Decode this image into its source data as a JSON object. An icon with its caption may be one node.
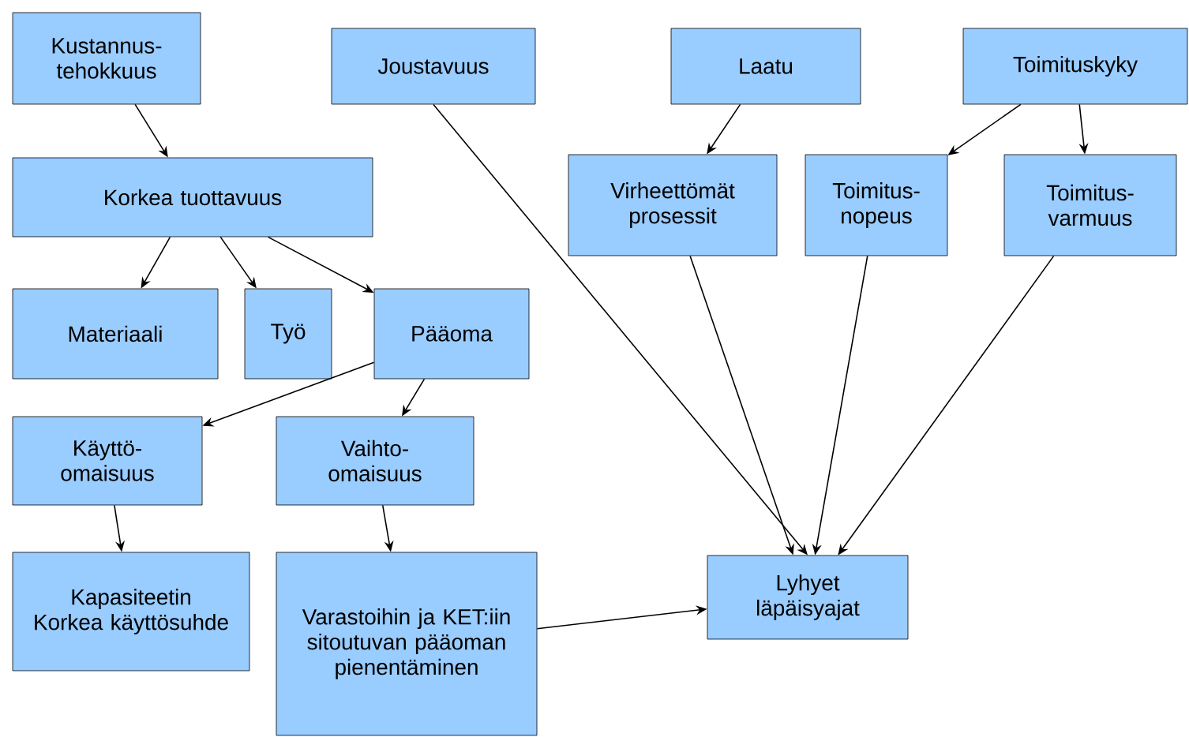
{
  "diagram": {
    "nodes": [
      {
        "text": [
          "Kustannus- tehokkuus"
        ]
      },
      {
        "text": [
          "Joustavuus"
        ]
      },
      {
        "text": [
          "Laatu"
        ]
      },
      {
        "text": [
          "Toimituskyky"
        ]
      },
      {
        "text": [
          "Korkea tuottavuus"
        ]
      },
      {
        "text": [
          "Virheettömät prosessit"
        ]
      },
      {
        "text": [
          "Toimitus- nopeus"
        ]
      },
      {
        "text": [
          "Toimitus- varmuus"
        ]
      },
      {
        "text": [
          "Materiaali"
        ]
      },
      {
        "text": [
          "Työ"
        ]
      },
      {
        "text": [
          "Pääoma"
        ]
      },
      {
        "text": [
          "Käyttö- omaisuus"
        ]
      },
      {
        "text": [
          "Vaihto- omaisuus"
        ]
      },
      {
        "text": [
          "Kapasiteetin Korkea käyttösuhde"
        ]
      },
      {
        "text": [
          "Varastoihin ja KET:iin sitoutuvan pääoman pienentäminen"
        ]
      },
      {
        "text": [
          "Lyhyet läpäisyajat"
        ]
      }
    ],
    "edges": [
      {
        "from": 0,
        "to": 4,
        "arrow": "to"
      },
      {
        "from": 4,
        "to": 8,
        "arrow": "to"
      },
      {
        "from": 4,
        "to": 9,
        "arrow": "to"
      },
      {
        "from": 4,
        "to": 10,
        "arrow": "to"
      },
      {
        "from": 10,
        "to": 11,
        "arrow": "to"
      },
      {
        "from": 10,
        "to": 12,
        "arrow": "to"
      },
      {
        "from": 11,
        "to": 13,
        "arrow": "to"
      },
      {
        "from": 12,
        "to": 14,
        "arrow": "to"
      },
      {
        "from": 14,
        "to": 15,
        "arrow": "to"
      },
      {
        "from": 1,
        "to": 15,
        "arrow": "to"
      },
      {
        "from": 5,
        "to": 15,
        "arrow": "to"
      },
      {
        "from": 6,
        "to": 15,
        "arrow": "to"
      },
      {
        "from": 7,
        "to": 15,
        "arrow": "to"
      },
      {
        "from": 2,
        "to": 5,
        "arrow": "to"
      },
      {
        "from": 3,
        "to": 6,
        "arrow": "to"
      },
      {
        "from": 3,
        "to": 7,
        "arrow": "to"
      }
    ]
  }
}
